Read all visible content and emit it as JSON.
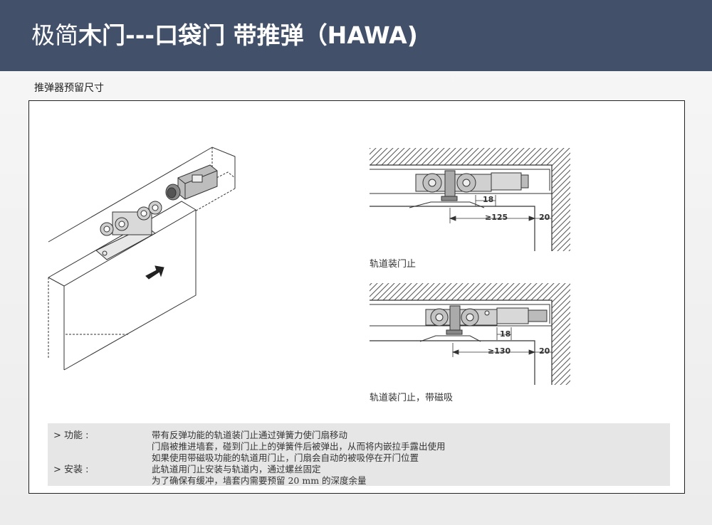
{
  "header": {
    "title_light": "极简",
    "title_bold": "木门---口袋门 带推弹（HAWA)"
  },
  "subtitle": "推弹器预留尺寸",
  "diagram_top": {
    "dim_small": "18",
    "dim_length": "≥125",
    "dim_wall": "20",
    "caption": "轨道装门止"
  },
  "diagram_bottom": {
    "dim_small": "18",
    "dim_length": "≥130",
    "dim_wall": "20",
    "caption": "轨道装门止，带磁吸"
  },
  "info": {
    "function_label": "> 功能 :",
    "install_label": "> 安装 :",
    "lines": [
      "带有反弹功能的轨道装门止通过弹簧力使门扇移动",
      "门扇被推进墙套，碰到门止上的弹簧件后被弹出，从而将内嵌拉手露出使用",
      "如果使用带磁吸功能的轨道用门止，门扇会自动的被吸停在开门位置",
      "此轨道用门止安装与轨道内，通过螺丝固定",
      "为了确保有缓冲，墙套内需要预留 20 mm 的深度余量"
    ]
  }
}
